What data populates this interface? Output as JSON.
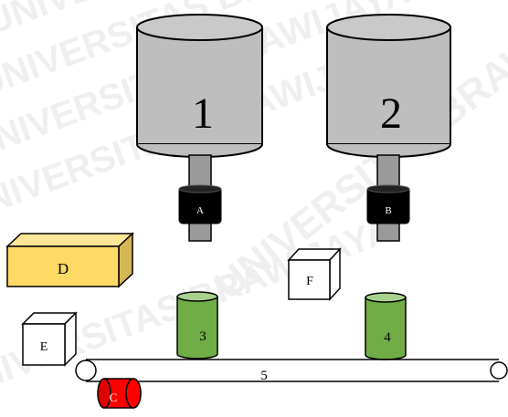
{
  "watermark": {
    "lines": [
      "UNIVERSITAS BRAWIJAYA",
      "UNIVERSITAS BRAWIJAYA",
      "UNIVERSITAS BRAWIJAYA",
      "UNIVERSITAS BRAWIJAYA",
      "UNIVERSITAS BRAWIJAYA"
    ],
    "arc_text": "UNIVERSITAS BRAWIJAYA"
  },
  "tanks": [
    {
      "label": "1",
      "valve_label": "A"
    },
    {
      "label": "2",
      "valve_label": "B"
    }
  ],
  "blocks": {
    "d": "D",
    "e": "E",
    "f": "F"
  },
  "cups": [
    {
      "label": "3"
    },
    {
      "label": "4"
    }
  ],
  "conveyor": {
    "label": "5"
  },
  "motor": {
    "label": "C"
  },
  "colors": {
    "tank": "#bebebe",
    "valve": "#000000",
    "block_d": "#ffd966",
    "cup": "#70ad47",
    "motor": "#ff0000",
    "white_block": "#ffffff"
  }
}
